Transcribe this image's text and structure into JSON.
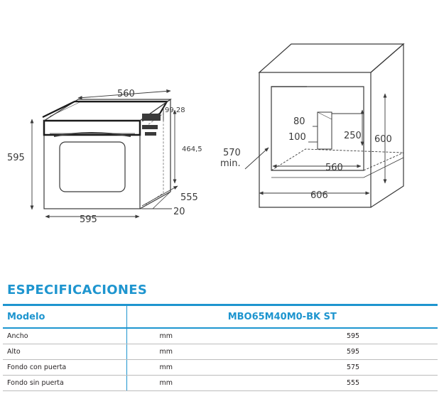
{
  "drawing": {
    "oven_dims": {
      "depth_top": "560",
      "height": "595",
      "panel_offset": "99,28",
      "niche_height": "464,5",
      "depth": "555",
      "door": "20",
      "width": "595"
    },
    "niche_dims": {
      "min_depth_value": "570",
      "min_depth_unit": "min.",
      "vent_width": "80",
      "vent_offset": "100",
      "vent_height": "250",
      "inner_width": "560",
      "height": "600",
      "outer_width": "606"
    }
  },
  "specs": {
    "title": "ESPECIFICACIONES",
    "header": {
      "param": "Modelo",
      "model": "MBO65M40M0-BK ST"
    },
    "rows": [
      {
        "label": "Ancho",
        "unit": "mm",
        "value": "595"
      },
      {
        "label": "Alto",
        "unit": "mm",
        "value": "595"
      },
      {
        "label": "Fondo con puerta",
        "unit": "mm",
        "value": "575"
      },
      {
        "label": "Fondo sin puerta",
        "unit": "mm",
        "value": "555"
      }
    ]
  }
}
